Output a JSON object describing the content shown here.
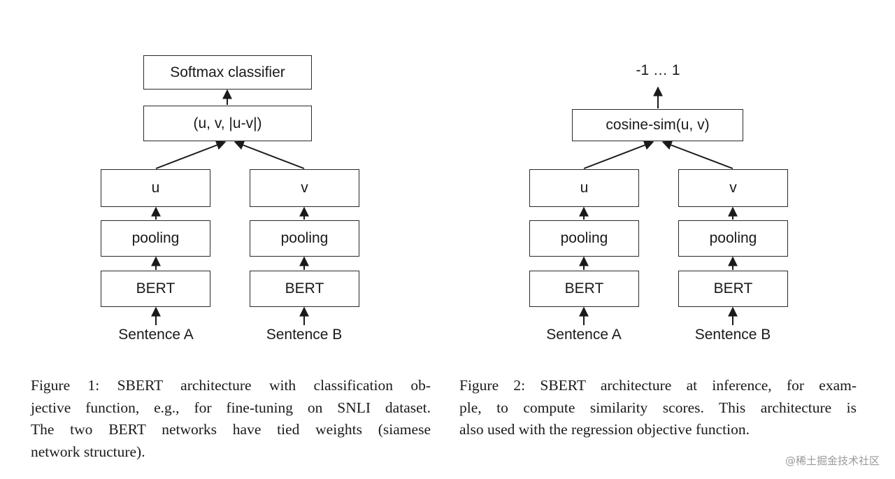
{
  "figure1": {
    "classifier": "Softmax classifier",
    "concat": "(u, v, |u-v|)",
    "left": {
      "embedding": "u",
      "pooling": "pooling",
      "encoder": "BERT",
      "input": "Sentence A"
    },
    "right": {
      "embedding": "v",
      "pooling": "pooling",
      "encoder": "BERT",
      "input": "Sentence B"
    },
    "caption_lines": [
      "Figure 1: SBERT architecture with classification ob-",
      "jective function, e.g., for fine-tuning on SNLI dataset.",
      "The two BERT networks have tied weights (siamese",
      "network structure)."
    ]
  },
  "figure2": {
    "output_range": "-1 … 1",
    "similarity": "cosine-sim(u, v)",
    "left": {
      "embedding": "u",
      "pooling": "pooling",
      "encoder": "BERT",
      "input": "Sentence A"
    },
    "right": {
      "embedding": "v",
      "pooling": "pooling",
      "encoder": "BERT",
      "input": "Sentence B"
    },
    "caption_lines": [
      "Figure 2: SBERT architecture at inference, for exam-",
      "ple, to compute similarity scores. This architecture is",
      "also used with the regression objective function."
    ]
  },
  "watermark": "@稀土掘金技术社区"
}
